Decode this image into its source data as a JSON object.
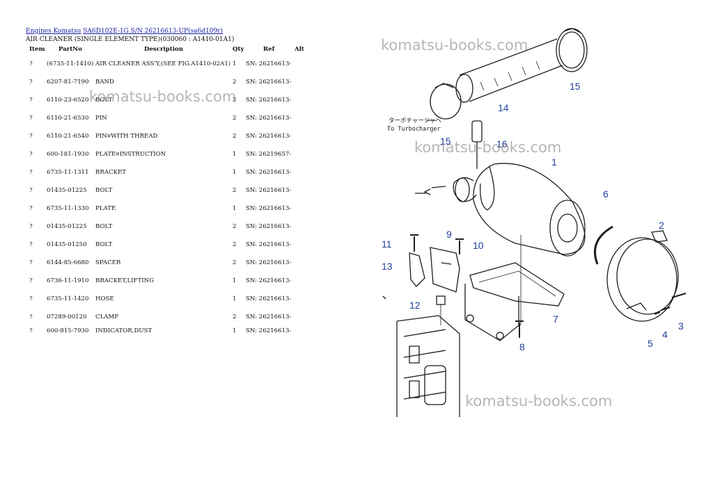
{
  "breadcrumb": {
    "link1": "Engines Komatsu",
    "link2": "SA6D102E-1G S/N 26216613-UP(sa6d109r)"
  },
  "subtitle": "AIR CLEANER (SINGLE ELEMENT TYPE)(030060 : A1410-01A1)",
  "table": {
    "headers": {
      "item": "Item",
      "partno": "PartNo",
      "description": "Description",
      "qty": "Qty",
      "ref": "Ref",
      "alt": "Alt"
    },
    "rows": [
      {
        "item": "?",
        "partno": "(6735-11-1410)",
        "description": "AIR CLEANER ASS'Y,(SEE FIG.A1410-02A1)",
        "qty": "1",
        "ref": "SN: 26216613-"
      },
      {
        "item": "?",
        "partno": "6207-81-7190",
        "description": "BAND",
        "qty": "2",
        "ref": "SN: 26216613-"
      },
      {
        "item": "?",
        "partno": "6110-23-6520",
        "description": "BOLT",
        "qty": "2",
        "ref": "SN: 26216613-"
      },
      {
        "item": "?",
        "partno": "6110-21-6530",
        "description": "PIN",
        "qty": "2",
        "ref": "SN: 26216613-"
      },
      {
        "item": "?",
        "partno": "6110-21-6540",
        "description": "PIN¤WITH THREAD",
        "qty": "2",
        "ref": "SN: 26216613-"
      },
      {
        "item": "?",
        "partno": "600-181-1930",
        "description": "PLATE¤INSTRUCTION",
        "qty": "1",
        "ref": "SN: 26219657-"
      },
      {
        "item": "?",
        "partno": "6735-11-1311",
        "description": "BRACKET",
        "qty": "1",
        "ref": "SN: 26216613-"
      },
      {
        "item": "?",
        "partno": "01435-01225",
        "description": "BOLT",
        "qty": "2",
        "ref": "SN: 26216613-"
      },
      {
        "item": "?",
        "partno": "6735-11-1330",
        "description": "PLATE",
        "qty": "1",
        "ref": "SN: 26216613-"
      },
      {
        "item": "?",
        "partno": "01435-01225",
        "description": "BOLT",
        "qty": "2",
        "ref": "SN: 26216613-"
      },
      {
        "item": "?",
        "partno": "01435-01250",
        "description": "BOLT",
        "qty": "2",
        "ref": "SN: 26216613-"
      },
      {
        "item": "?",
        "partno": "6144-85-6680",
        "description": "SPACER",
        "qty": "2",
        "ref": "SN: 26216613-"
      },
      {
        "item": "?",
        "partno": "6736-11-1910",
        "description": "BRACKET,LIFTING",
        "qty": "1",
        "ref": "SN: 26216613-"
      },
      {
        "item": "?",
        "partno": "6735-11-1420",
        "description": "HOSE",
        "qty": "1",
        "ref": "SN: 26216613-"
      },
      {
        "item": "?",
        "partno": "07289-00120",
        "description": "CLAMP",
        "qty": "2",
        "ref": "SN: 26216613-"
      },
      {
        "item": "?",
        "partno": "600-815-7930",
        "description": "INDICATOR,DUST",
        "qty": "1",
        "ref": "SN: 26216613-"
      }
    ]
  },
  "drawing": {
    "callouts": [
      "1",
      "2",
      "3",
      "4",
      "5",
      "6",
      "7",
      "8",
      "9",
      "10",
      "11",
      "12",
      "13",
      "14",
      "15",
      "15",
      "16"
    ],
    "note_jp": "ターボチャージャへ",
    "note_en": "To Turbocharger"
  },
  "watermark": "komatsu-books.com",
  "colors": {
    "link": "#1a1aa8",
    "callout": "#1f3f9a",
    "watermark": "#8a8a8a"
  }
}
